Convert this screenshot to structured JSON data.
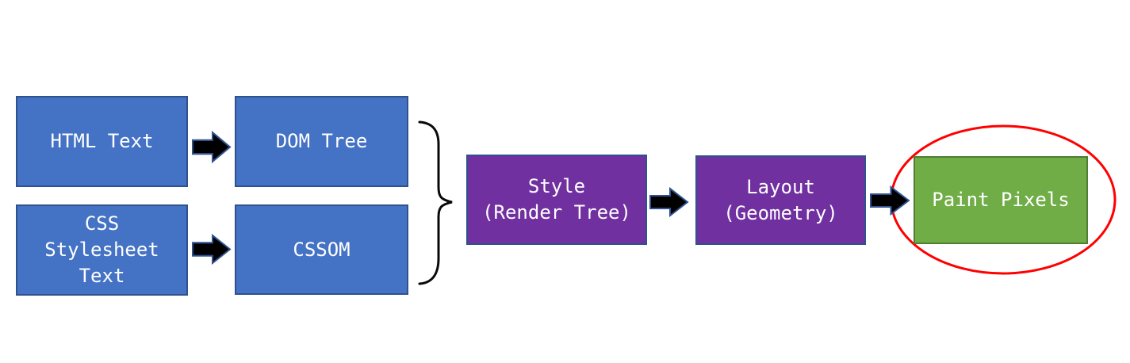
{
  "diagram": {
    "nodes": [
      {
        "id": "html-text",
        "label": "HTML Text",
        "shape": "rectangle",
        "color": "blue"
      },
      {
        "id": "dom-tree",
        "label": "DOM Tree",
        "shape": "rectangle",
        "color": "blue"
      },
      {
        "id": "css-stylesheet-text",
        "label": "CSS\nStylesheet\nText",
        "shape": "rectangle",
        "color": "blue"
      },
      {
        "id": "cssom",
        "label": "CSSOM",
        "shape": "rectangle",
        "color": "blue"
      },
      {
        "id": "style-render-tree",
        "label": "Style\n(Render Tree)",
        "shape": "rectangle",
        "color": "purple"
      },
      {
        "id": "layout-geometry",
        "label": "Layout\n(Geometry)",
        "shape": "rectangle",
        "color": "purple"
      },
      {
        "id": "paint-pixels",
        "label": "Paint Pixels",
        "shape": "rectangle",
        "color": "green"
      }
    ],
    "edges": [
      {
        "from": "html-text",
        "to": "dom-tree",
        "connector": "block-arrow"
      },
      {
        "from": "css-stylesheet-text",
        "to": "cssom",
        "connector": "block-arrow"
      },
      {
        "from": "dom-tree",
        "to": "style-render-tree",
        "connector": "curly-brace-merge"
      },
      {
        "from": "cssom",
        "to": "style-render-tree",
        "connector": "curly-brace-merge"
      },
      {
        "from": "style-render-tree",
        "to": "layout-geometry",
        "connector": "block-arrow"
      },
      {
        "from": "layout-geometry",
        "to": "paint-pixels",
        "connector": "block-arrow"
      }
    ],
    "annotations": [
      {
        "type": "ellipse",
        "target": "paint-pixels",
        "color": "#FF0000"
      }
    ],
    "icons": {
      "arrow": "right-block-arrow",
      "brace": "right-curly-brace",
      "highlight": "red-highlight-ellipse"
    },
    "colors": {
      "page_bg": "#FFFFFF",
      "text_color": "#FFFFFF",
      "blue_fill": "#4472C4",
      "blue_border": "#2F528F",
      "purple_fill": "#7030A0",
      "purple_border": "#2F528F",
      "green_fill": "#70AD47",
      "green_border": "#507E32",
      "arrow_fill": "#000000",
      "arrow_outline": "#2F528F",
      "brace_stroke": "#0A0A0A",
      "ellipse_stroke": "#FF0000"
    }
  }
}
